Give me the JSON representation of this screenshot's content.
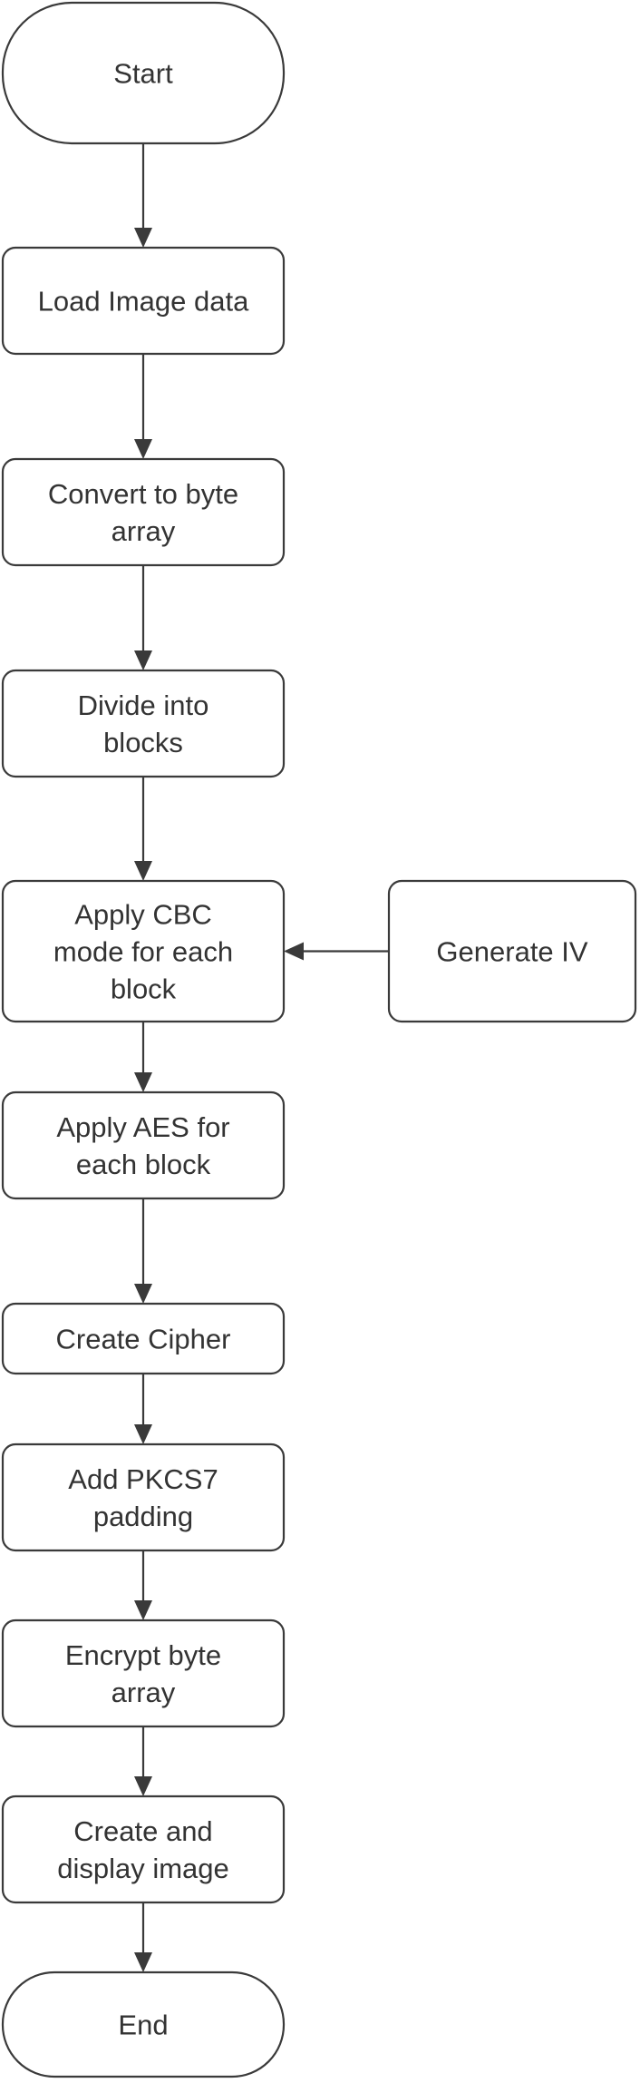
{
  "diagram": {
    "nodes": [
      {
        "id": "start",
        "label": "Start",
        "shape": "terminal"
      },
      {
        "id": "load",
        "label": "Load Image data",
        "shape": "process"
      },
      {
        "id": "convert",
        "label": "Convert to byte array",
        "shape": "process"
      },
      {
        "id": "divide",
        "label": "Divide into blocks",
        "shape": "process"
      },
      {
        "id": "cbc",
        "label": "Apply CBC mode for each block",
        "shape": "process"
      },
      {
        "id": "iv",
        "label": "Generate IV",
        "shape": "process"
      },
      {
        "id": "aes",
        "label": "Apply AES for each block",
        "shape": "process"
      },
      {
        "id": "cipher",
        "label": "Create Cipher",
        "shape": "process"
      },
      {
        "id": "padding",
        "label": "Add PKCS7 padding",
        "shape": "process"
      },
      {
        "id": "encrypt",
        "label": "Encrypt byte array",
        "shape": "process"
      },
      {
        "id": "display",
        "label": "Create and display image",
        "shape": "process"
      },
      {
        "id": "end",
        "label": "End",
        "shape": "terminal"
      }
    ],
    "edges": [
      {
        "from": "start",
        "to": "load"
      },
      {
        "from": "load",
        "to": "convert"
      },
      {
        "from": "convert",
        "to": "divide"
      },
      {
        "from": "divide",
        "to": "cbc"
      },
      {
        "from": "iv",
        "to": "cbc"
      },
      {
        "from": "cbc",
        "to": "aes"
      },
      {
        "from": "aes",
        "to": "cipher"
      },
      {
        "from": "cipher",
        "to": "padding"
      },
      {
        "from": "padding",
        "to": "encrypt"
      },
      {
        "from": "encrypt",
        "to": "display"
      },
      {
        "from": "display",
        "to": "end"
      }
    ],
    "colors": {
      "stroke": "#3a3a3a",
      "text": "#333333",
      "fill": "#ffffff"
    }
  }
}
